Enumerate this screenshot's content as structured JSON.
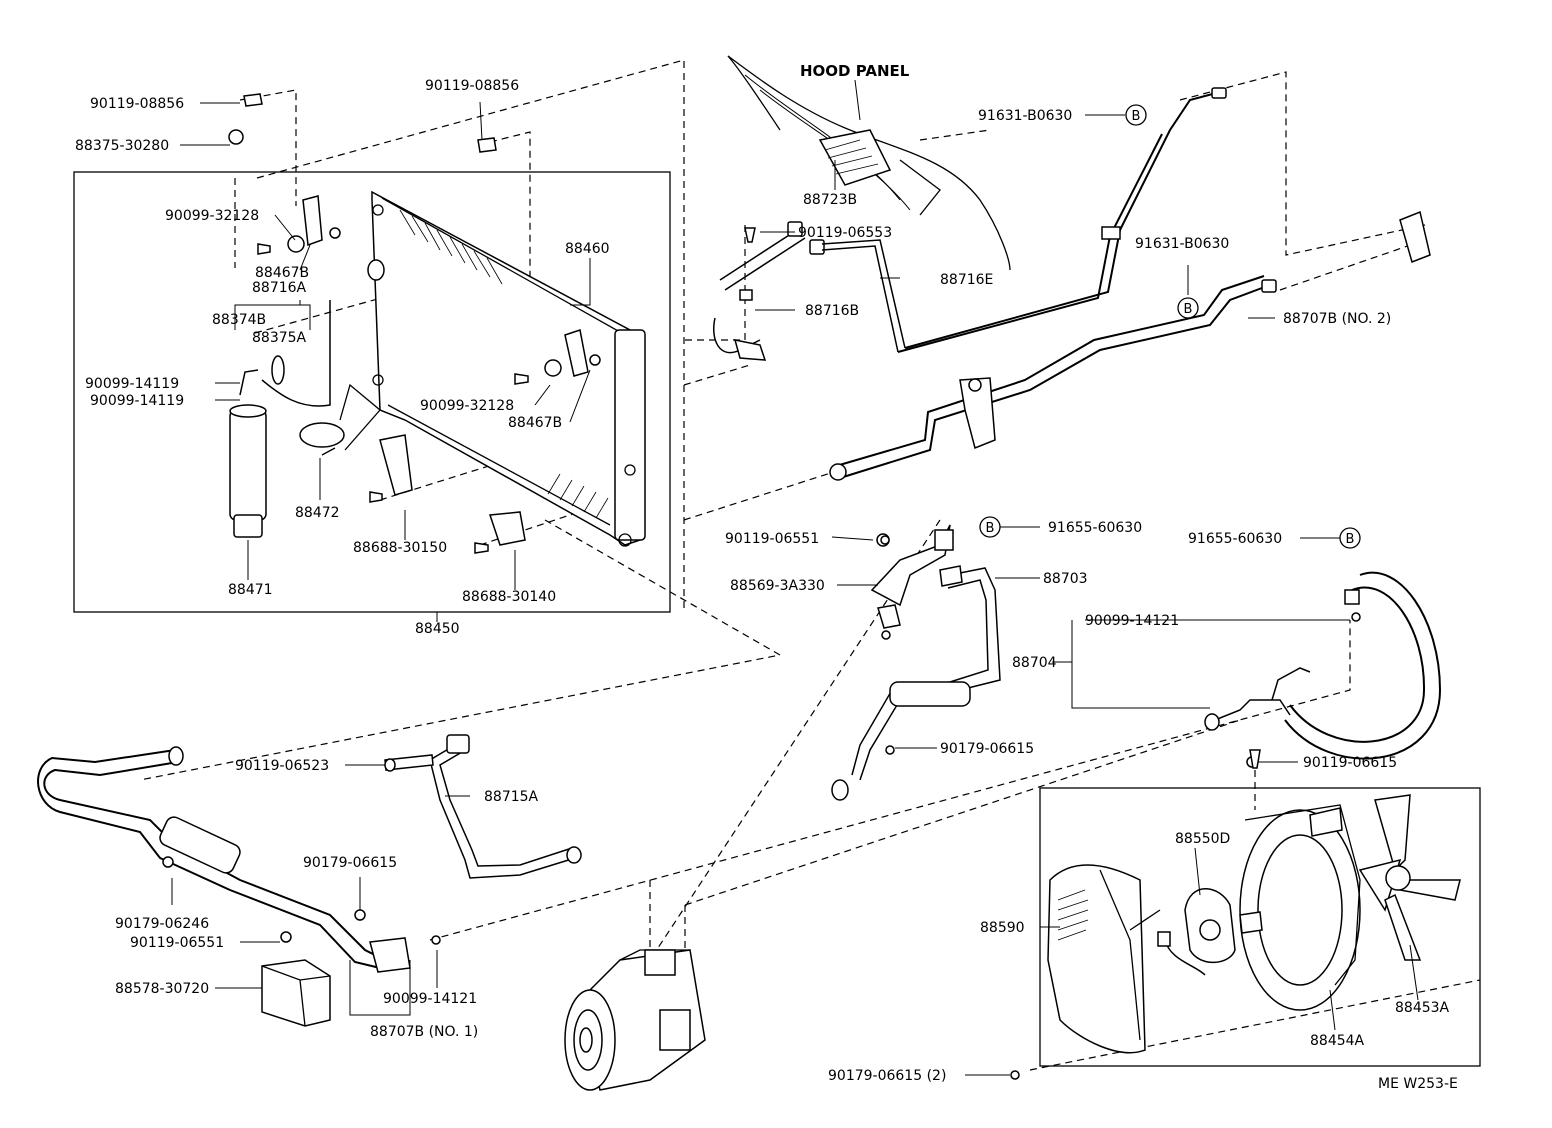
{
  "diagram_title": "",
  "reference_code": "ME W253-E",
  "hood_panel_label": "HOOD PANEL",
  "reference_marker": "B",
  "callouts": {
    "bolt_top_left": "90119-08856",
    "bolt_top_center": "90119-08856",
    "cap_top_left": "88375-30280",
    "cushion_left": "90099-32128",
    "cushion_center": "90099-32128",
    "bracket_left": "88467B",
    "bracket_center": "88467B",
    "pipe_88716A": "88716A",
    "pipe_88374B": "88374B",
    "pipe_88375A": "88375A",
    "oring_1": "90099-14119",
    "oring_2": "90099-14119",
    "receiver": "88471",
    "bracket_88472": "88472",
    "condenser": "88460",
    "support_88688_30150": "88688-30150",
    "support_88688_30140": "88688-30140",
    "condenser_assy": "88450",
    "hood_seal": "88723B",
    "bolt_90119_06553": "90119-06553",
    "hose_88716E": "88716E",
    "pipe_88716B": "88716B",
    "clamp_91631_top": "91631-B0630",
    "clamp_91631_mid": "91631-B0630",
    "pipe_88707B_no2": "88707B (NO. 2)",
    "bolt_90119_06551_mid": "90119-06551",
    "clamp_91655_mid": "91655-60630",
    "clamp_91655_right": "91655-60630",
    "bracket_88569": "88569-3A330",
    "hose_88703": "88703",
    "oring_90099_14121_right": "90099-14121",
    "hose_88704": "88704",
    "nut_90179_06615_mid": "90179-06615",
    "bolt_90119_06615": "90119-06615",
    "bolt_90119_06523": "90119-06523",
    "pipe_88715A": "88715A",
    "nut_90179_06615_low": "90179-06615",
    "nut_90179_06246": "90179-06246",
    "bolt_90119_06551_low": "90119-06551",
    "oring_90099_14121_low": "90099-14121",
    "block_88578": "88578-30720",
    "pipe_88707B_no1": "88707B (NO. 1)",
    "motor_88550D": "88550D",
    "shroud_88590": "88590",
    "shroud_88454A": "88454A",
    "fan_88453A": "88453A",
    "nut_90179_06615_2": "90179-06615 (2)"
  }
}
